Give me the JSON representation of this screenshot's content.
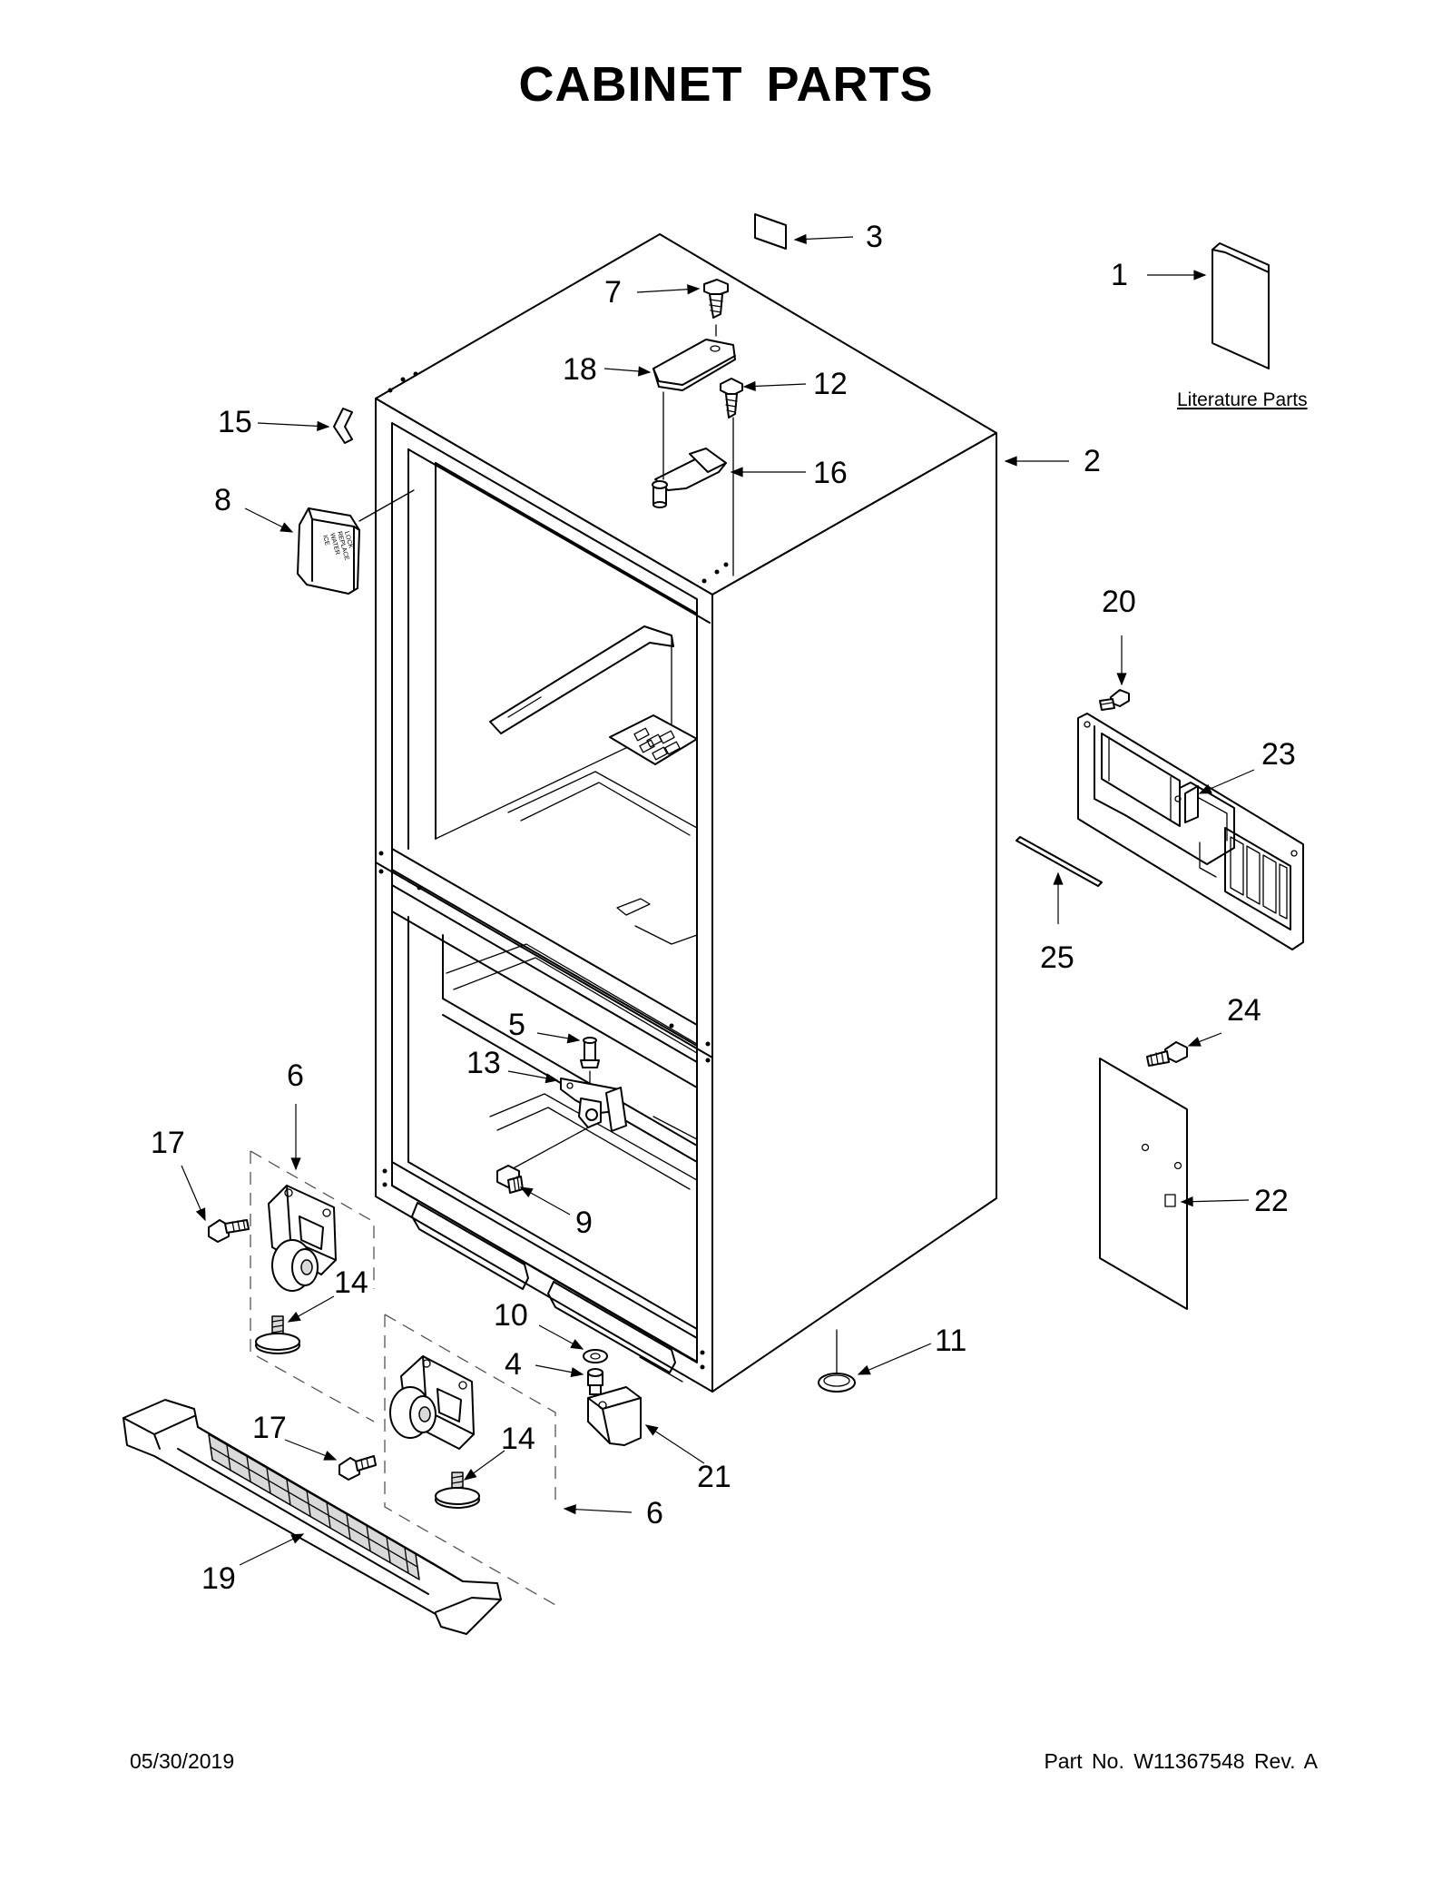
{
  "title": "CABINET PARTS",
  "literature_label": "Literature Parts",
  "control_text": [
    "ICE",
    "WATER",
    "REPLACE",
    "LOCK"
  ],
  "footer": {
    "date": "05/30/2019",
    "part_number": "Part No.  W11367548  Rev.  A"
  },
  "callouts": [
    {
      "id": "c1",
      "label": "1"
    },
    {
      "id": "c2",
      "label": "2"
    },
    {
      "id": "c3",
      "label": "3"
    },
    {
      "id": "c4",
      "label": "4"
    },
    {
      "id": "c5",
      "label": "5"
    },
    {
      "id": "c6a",
      "label": "6"
    },
    {
      "id": "c6b",
      "label": "6"
    },
    {
      "id": "c7",
      "label": "7"
    },
    {
      "id": "c8",
      "label": "8"
    },
    {
      "id": "c9",
      "label": "9"
    },
    {
      "id": "c10",
      "label": "10"
    },
    {
      "id": "c11",
      "label": "11"
    },
    {
      "id": "c12",
      "label": "12"
    },
    {
      "id": "c13",
      "label": "13"
    },
    {
      "id": "c14a",
      "label": "14"
    },
    {
      "id": "c14b",
      "label": "14"
    },
    {
      "id": "c15",
      "label": "15"
    },
    {
      "id": "c16",
      "label": "16"
    },
    {
      "id": "c17a",
      "label": "17"
    },
    {
      "id": "c17b",
      "label": "17"
    },
    {
      "id": "c18",
      "label": "18"
    },
    {
      "id": "c19",
      "label": "19"
    },
    {
      "id": "c20",
      "label": "20"
    },
    {
      "id": "c21",
      "label": "21"
    },
    {
      "id": "c22",
      "label": "22"
    },
    {
      "id": "c23",
      "label": "23"
    },
    {
      "id": "c24",
      "label": "24"
    },
    {
      "id": "c25",
      "label": "25"
    }
  ]
}
